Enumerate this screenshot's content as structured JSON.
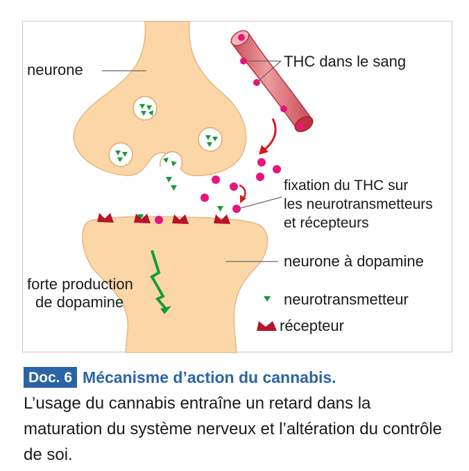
{
  "diagram": {
    "labels": {
      "neurone": "neurone",
      "thc": "THC dans le sang",
      "fixation": [
        "fixation du THC sur",
        "les neurotransmetteurs",
        "et récepteurs"
      ],
      "neurone_dopamine": "neurone à dopamine",
      "forte_production": [
        "forte production",
        "de dopamine"
      ]
    },
    "legend": {
      "neurotransmetteur": "neurotransmetteur",
      "recepteur": "récepteur"
    },
    "colors": {
      "neuron": "#fbd7a8",
      "neuron_stroke": "#e9b57f",
      "vessel": "#e58b8e",
      "vessel_dark": "#c23f4a",
      "thc": "#e8137c",
      "neurotransmitter": "#1a9a3a",
      "receptor": "#b5142a",
      "arrow": "#d6161e"
    }
  },
  "caption": {
    "badge": "Doc. 6",
    "title": "Mécanisme d’action du cannabis.",
    "body": "L’usage du cannabis entraîne un retard dans la maturation du système nerveux et l’altération du contrôle de soi."
  }
}
